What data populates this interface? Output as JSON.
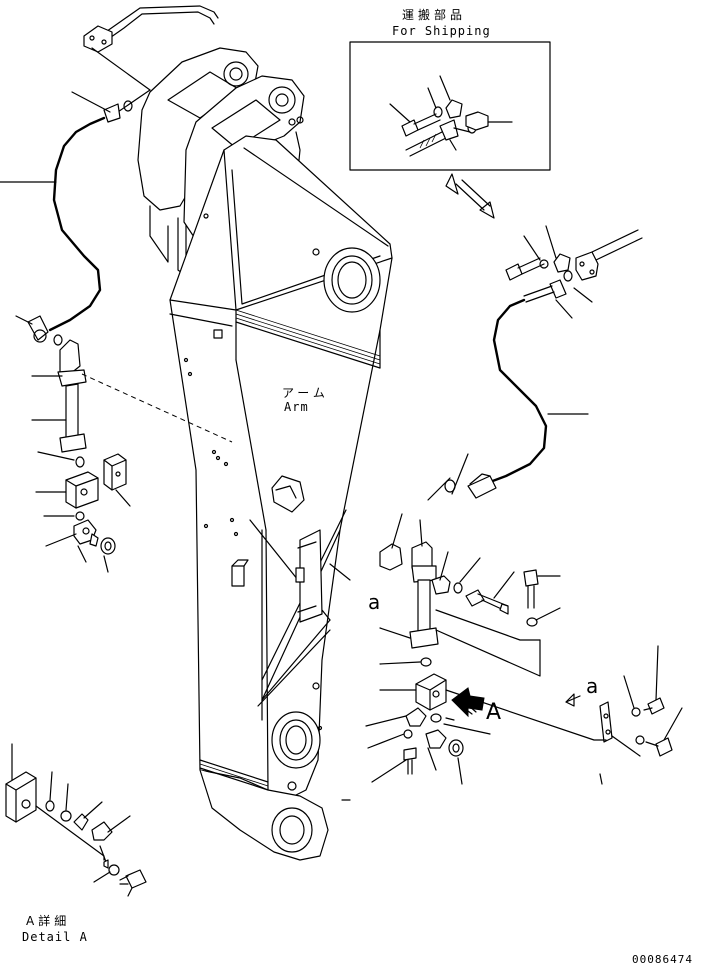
{
  "shipping_box": {
    "title_jp": "運搬部品",
    "title_en": "For Shipping"
  },
  "arm": {
    "label_jp": "アーム",
    "label_en": "Arm"
  },
  "references": {
    "letter_a_1": "a",
    "letter_a_2": "a",
    "letter_A": "A"
  },
  "detail": {
    "label_jp": "A詳細",
    "label_en": "Detail A"
  },
  "drawing_number": "00086474"
}
